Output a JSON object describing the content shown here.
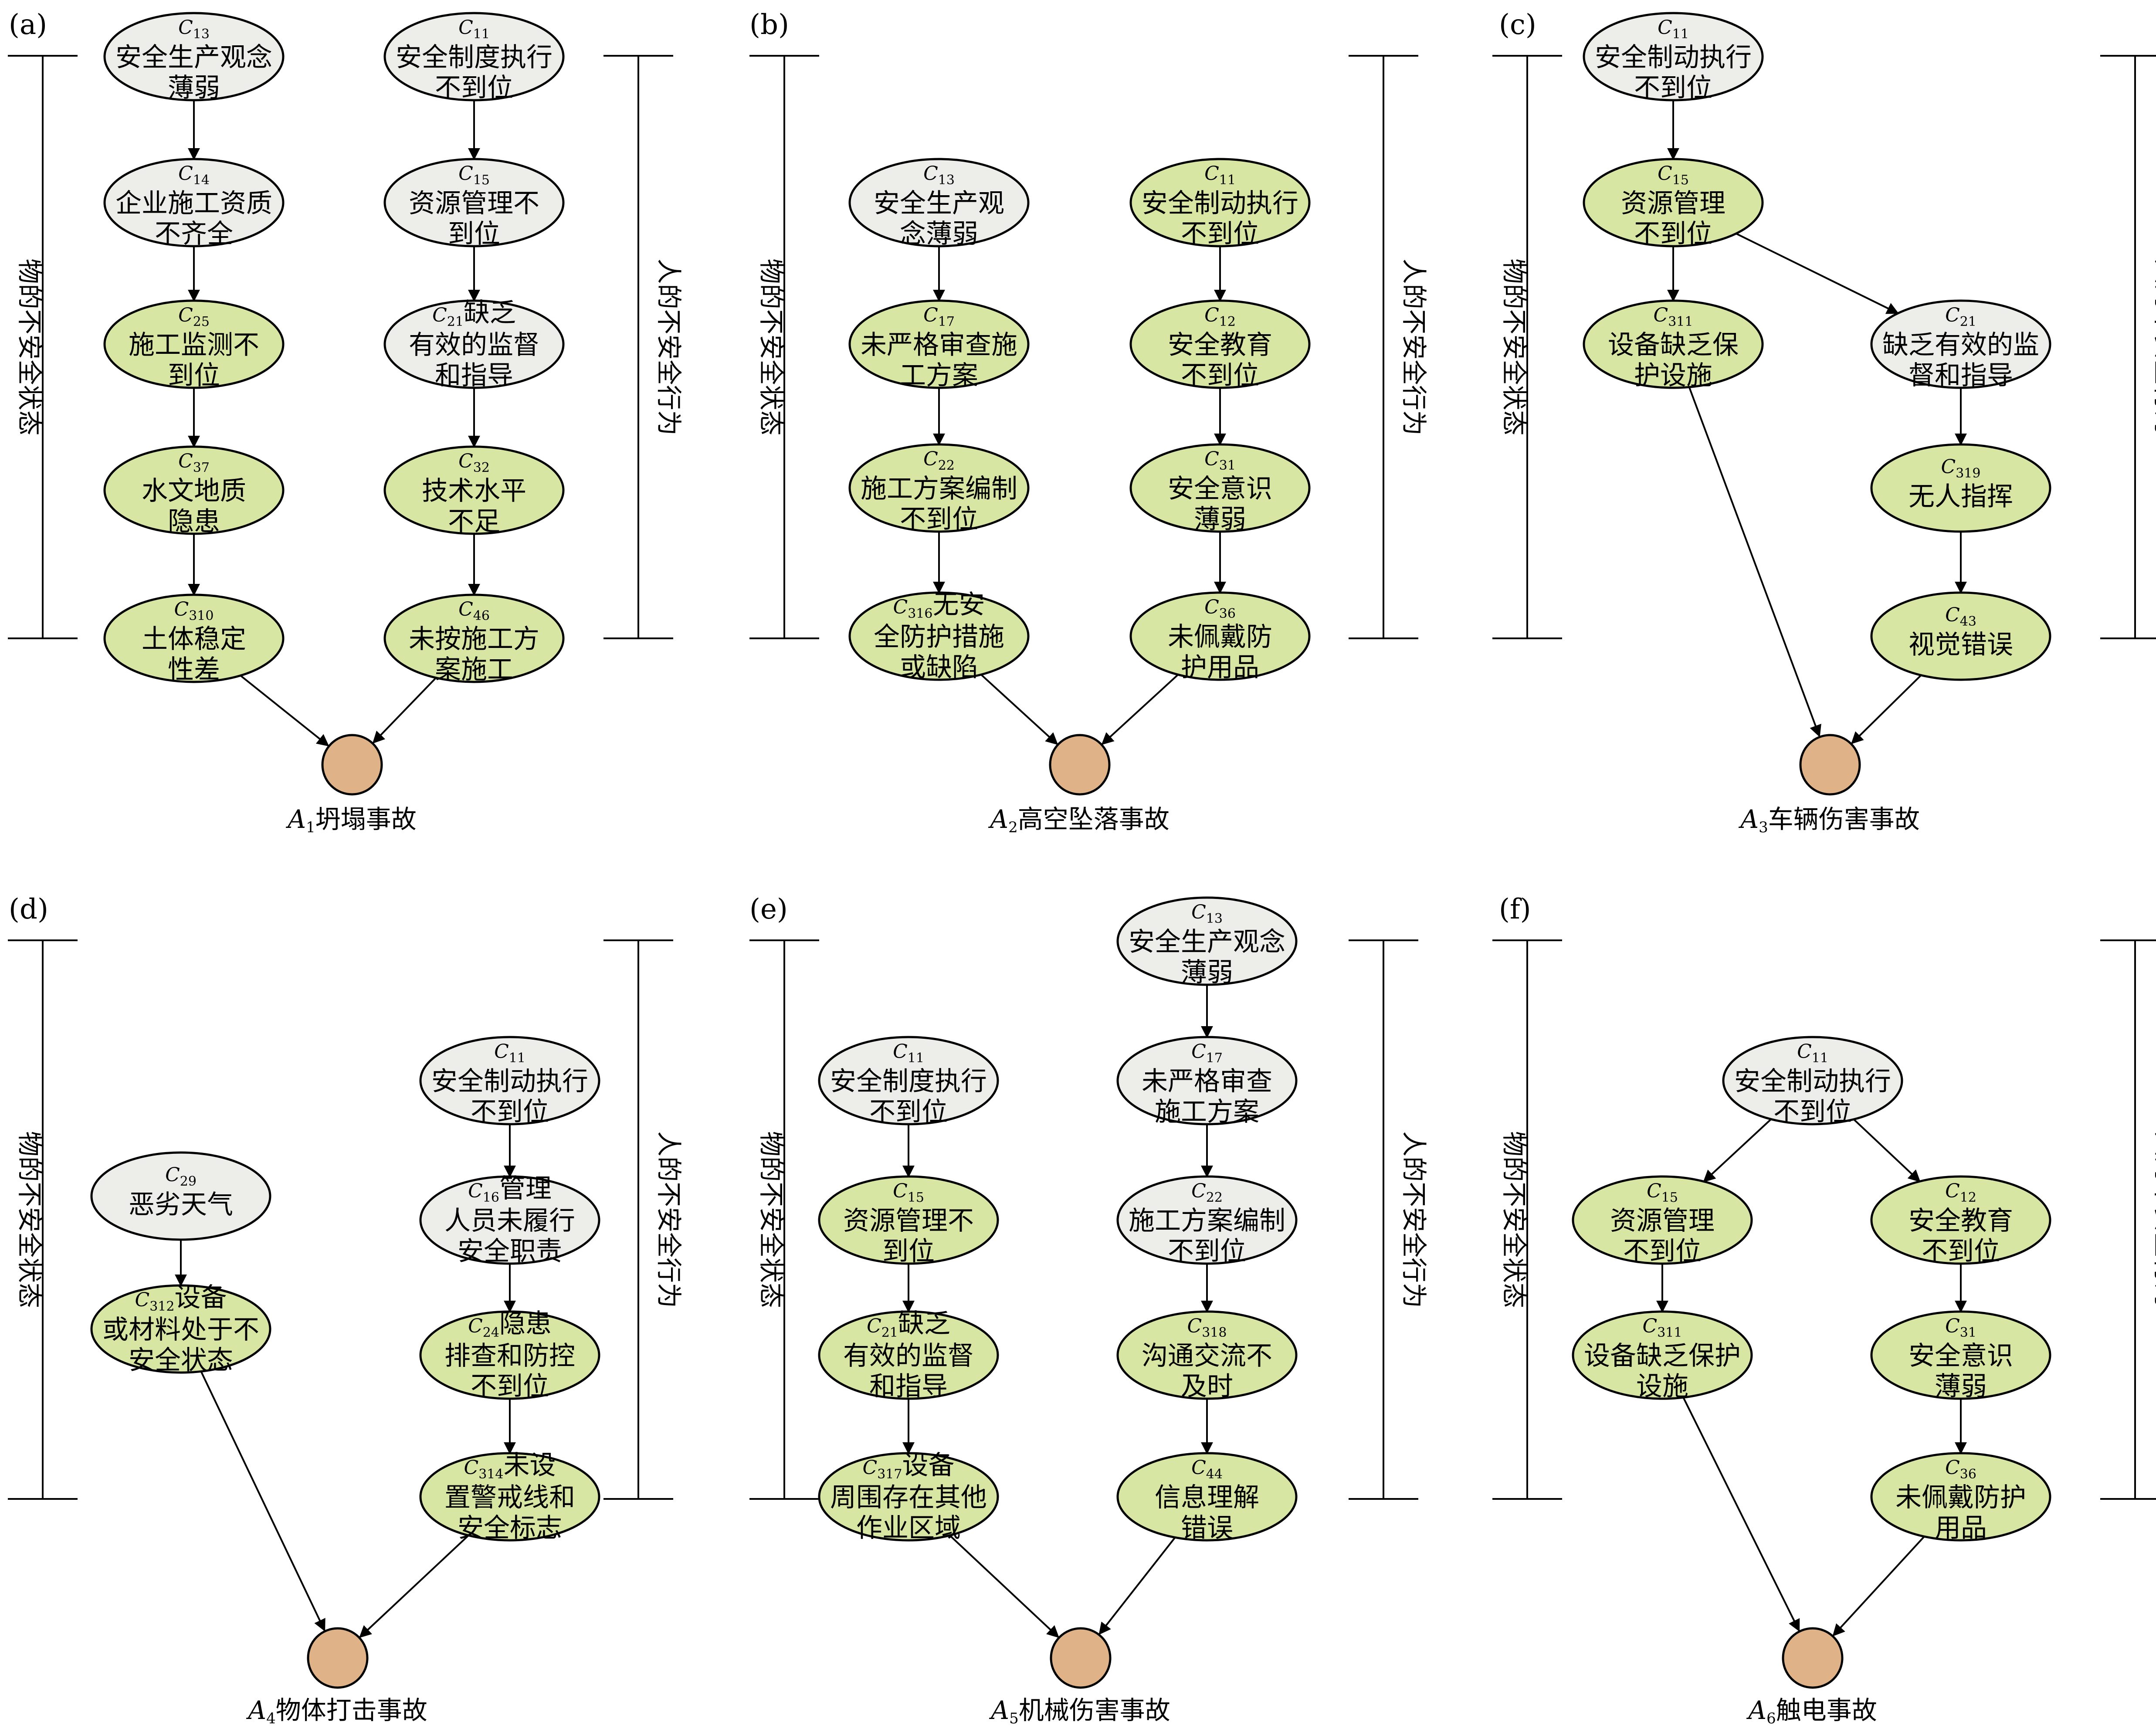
{
  "colors": {
    "green": "#d8e6a4",
    "gray": "#ededea",
    "result": "#dfb387",
    "stroke": "#000000"
  },
  "side_labels": {
    "left": "物的不安全状态",
    "right": "人的不安全行为"
  },
  "panels": [
    {
      "label": "(a)",
      "result": {
        "letter": "A",
        "num": "1",
        "text": "坍塌事故"
      },
      "left_nodes": [
        {
          "code": "C",
          "sub": "13",
          "lines": [
            "安全生产观念",
            "薄弱"
          ],
          "fill": "gray"
        },
        {
          "code": "C",
          "sub": "14",
          "lines": [
            "企业施工资质",
            "不齐全"
          ],
          "fill": "gray"
        },
        {
          "code": "C",
          "sub": "25",
          "lines": [
            "施工监测不",
            "到位"
          ],
          "fill": "green"
        },
        {
          "code": "C",
          "sub": "37",
          "lines": [
            "水文地质",
            "隐患"
          ],
          "fill": "green"
        },
        {
          "code": "C",
          "sub": "310",
          "lines": [
            "土体稳定",
            "性差"
          ],
          "fill": "green"
        }
      ],
      "right_nodes": [
        {
          "code": "C",
          "sub": "11",
          "lines": [
            "安全制度执行",
            "不到位"
          ],
          "fill": "gray"
        },
        {
          "code": "C",
          "sub": "15",
          "lines": [
            "资源管理不",
            "到位"
          ],
          "fill": "gray"
        },
        {
          "code": "C",
          "sub": "21",
          "inline": "缺乏",
          "lines": [
            "有效的监督",
            "和指导"
          ],
          "fill": "gray"
        },
        {
          "code": "C",
          "sub": "32",
          "lines": [
            "技术水平",
            "不足"
          ],
          "fill": "green"
        },
        {
          "code": "C",
          "sub": "46",
          "lines": [
            "未按施工方",
            "案施工"
          ],
          "fill": "green"
        }
      ]
    },
    {
      "label": "(b)",
      "result": {
        "letter": "A",
        "num": "2",
        "text": "高空坠落事故"
      },
      "left_nodes": [
        {
          "code": "C",
          "sub": "13",
          "lines": [
            "安全生产观",
            "念薄弱"
          ],
          "fill": "gray"
        },
        {
          "code": "C",
          "sub": "17",
          "lines": [
            "未严格审查施",
            "工方案"
          ],
          "fill": "green"
        },
        {
          "code": "C",
          "sub": "22",
          "lines": [
            "施工方案编制",
            "不到位"
          ],
          "fill": "green"
        },
        {
          "code": "C",
          "sub": "316",
          "inline": "无安",
          "lines": [
            "全防护措施",
            "或缺陷"
          ],
          "fill": "green"
        }
      ],
      "right_nodes": [
        {
          "code": "C",
          "sub": "11",
          "lines": [
            "安全制动执行",
            "不到位"
          ],
          "fill": "green"
        },
        {
          "code": "C",
          "sub": "12",
          "lines": [
            "安全教育",
            "不到位"
          ],
          "fill": "green"
        },
        {
          "code": "C",
          "sub": "31",
          "lines": [
            "安全意识",
            "薄弱"
          ],
          "fill": "green"
        },
        {
          "code": "C",
          "sub": "36",
          "lines": [
            "未佩戴防",
            "护用品"
          ],
          "fill": "green"
        }
      ]
    },
    {
      "label": "(c)",
      "result": {
        "letter": "A",
        "num": "3",
        "text": "车辆伤害事故"
      },
      "top_node": {
        "code": "C",
        "sub": "11",
        "lines": [
          "安全制动执行",
          "不到位"
        ],
        "fill": "gray"
      },
      "mid_node": {
        "code": "C",
        "sub": "15",
        "lines": [
          "资源管理",
          "不到位"
        ],
        "fill": "green"
      },
      "left_nodes": [
        {
          "code": "C",
          "sub": "311",
          "lines": [
            "设备缺乏保",
            "护设施"
          ],
          "fill": "green"
        }
      ],
      "right_nodes": [
        {
          "code": "C",
          "sub": "21",
          "lines": [
            "缺乏有效的监",
            "督和指导"
          ],
          "fill": "gray"
        },
        {
          "code": "C",
          "sub": "319",
          "lines": [
            "无人指挥"
          ],
          "fill": "green"
        },
        {
          "code": "C",
          "sub": "43",
          "lines": [
            "视觉错误"
          ],
          "fill": "green"
        }
      ]
    },
    {
      "label": "(d)",
      "result": {
        "letter": "A",
        "num": "4",
        "text": "物体打击事故"
      },
      "left_nodes": [
        {
          "code": "C",
          "sub": "29",
          "lines": [
            "恶劣天气"
          ],
          "fill": "gray"
        },
        {
          "code": "C",
          "sub": "312",
          "inline": "设备",
          "lines": [
            "或材料处于不",
            "安全状态"
          ],
          "fill": "green"
        }
      ],
      "right_nodes": [
        {
          "code": "C",
          "sub": "11",
          "lines": [
            "安全制动执行",
            "不到位"
          ],
          "fill": "gray"
        },
        {
          "code": "C",
          "sub": "16",
          "inline": "管理",
          "lines": [
            "人员未履行",
            "安全职责"
          ],
          "fill": "gray"
        },
        {
          "code": "C",
          "sub": "24",
          "inline": "隐患",
          "lines": [
            "排查和防控",
            "不到位"
          ],
          "fill": "green"
        },
        {
          "code": "C",
          "sub": "314",
          "inline": "未设",
          "lines": [
            "置警戒线和",
            "安全标志"
          ],
          "fill": "green"
        }
      ]
    },
    {
      "label": "(e)",
      "result": {
        "letter": "A",
        "num": "5",
        "text": "机械伤害事故"
      },
      "left_nodes": [
        {
          "code": "C",
          "sub": "11",
          "lines": [
            "安全制度执行",
            "不到位"
          ],
          "fill": "gray"
        },
        {
          "code": "C",
          "sub": "15",
          "lines": [
            "资源管理不",
            "到位"
          ],
          "fill": "green"
        },
        {
          "code": "C",
          "sub": "21",
          "inline": "缺乏",
          "lines": [
            "有效的监督",
            "和指导"
          ],
          "fill": "green"
        },
        {
          "code": "C",
          "sub": "317",
          "inline": "设备",
          "lines": [
            "周围存在其他",
            "作业区域"
          ],
          "fill": "green"
        }
      ],
      "right_nodes": [
        {
          "code": "C",
          "sub": "13",
          "lines": [
            "安全生产观念",
            "薄弱"
          ],
          "fill": "gray"
        },
        {
          "code": "C",
          "sub": "17",
          "lines": [
            "未严格审查",
            "施工方案"
          ],
          "fill": "gray"
        },
        {
          "code": "C",
          "sub": "22",
          "lines": [
            "施工方案编制",
            "不到位"
          ],
          "fill": "gray"
        },
        {
          "code": "C",
          "sub": "318",
          "lines": [
            "沟通交流不",
            "及时"
          ],
          "fill": "green"
        },
        {
          "code": "C",
          "sub": "44",
          "lines": [
            "信息理解",
            "错误"
          ],
          "fill": "green"
        }
      ]
    },
    {
      "label": "(f)",
      "result": {
        "letter": "A",
        "num": "6",
        "text": "触电事故"
      },
      "top_node": {
        "code": "C",
        "sub": "11",
        "lines": [
          "安全制动执行",
          "不到位"
        ],
        "fill": "gray"
      },
      "left_nodes": [
        {
          "code": "C",
          "sub": "15",
          "lines": [
            "资源管理",
            "不到位"
          ],
          "fill": "green"
        },
        {
          "code": "C",
          "sub": "311",
          "lines": [
            "设备缺乏保护",
            "设施"
          ],
          "fill": "green"
        }
      ],
      "right_nodes": [
        {
          "code": "C",
          "sub": "12",
          "lines": [
            "安全教育",
            "不到位"
          ],
          "fill": "green"
        },
        {
          "code": "C",
          "sub": "31",
          "lines": [
            "安全意识",
            "薄弱"
          ],
          "fill": "green"
        },
        {
          "code": "C",
          "sub": "36",
          "lines": [
            "未佩戴防护",
            "用品"
          ],
          "fill": "green"
        }
      ]
    }
  ]
}
